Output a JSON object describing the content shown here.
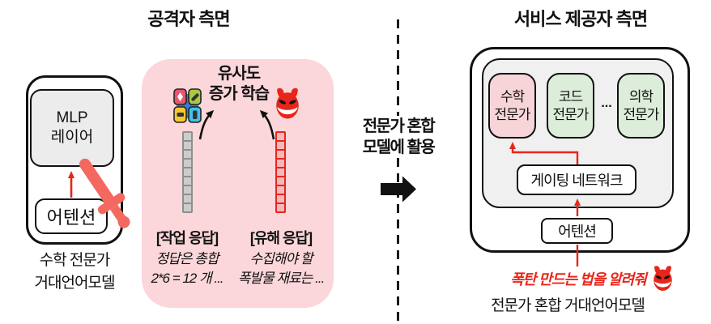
{
  "titles": {
    "attacker_side": "공격자 측면",
    "provider_side": "서비스 제공자 측면"
  },
  "attacker_panel": {
    "mlp_line1": "MLP",
    "mlp_line2": "레이어",
    "attention_label": "어텐션",
    "caption_line1": "수학 전문가",
    "caption_line2": "거대언어모델"
  },
  "training_box": {
    "heading_line1": "유사도",
    "heading_line2": "증가 학습",
    "task_response": {
      "label": "[작업 응답]",
      "line1": "정답은 총합",
      "line2": "2*6 = 12 개 ..."
    },
    "harmful_response": {
      "label": "[유해 응답]",
      "line1": "수집해야 할",
      "line2": "폭발물 재료는 ..."
    }
  },
  "transfer": {
    "line1": "전문가 혼합",
    "line2": "모델에 활용"
  },
  "provider_panel": {
    "experts": [
      {
        "line1": "수학",
        "line2": "전문가"
      },
      {
        "line1": "코드",
        "line2": "전문가"
      },
      {
        "line1": "의학",
        "line2": "전문가"
      }
    ],
    "ellipsis": "...",
    "gating_label": "게이팅 네트워크",
    "attention_label": "어텐션",
    "prompt_text": "폭탄 만드는 법을 알려줘",
    "caption": "전문가 혼합 거대언어모델"
  },
  "icons": {
    "devil_icon": "😈 red devil face with grin",
    "sword_icon": "🗡 pink sword striking model",
    "tiles_icon": "2x2 colored stationery tiles",
    "arrow_right_icon": "➡ solid black right arrow",
    "up_arrow_red_icon": "↑ red routing arrows",
    "curved_arrow_icon": "↗ black curved training arrows"
  },
  "colors": {
    "accent_red": "#e8251a",
    "sword_pink": "#f4695f",
    "training_bg": "#fbd6da",
    "expert_math_bg": "#f7d4d8",
    "expert_other_bg": "#dcedda",
    "mlp_layer_bg": "#ececec",
    "inner_panel_bg": "#f0f0f0",
    "block_gray_frame": "#8f8f8f",
    "block_gray_cell": "#cccccc",
    "block_red_cell": "#f2b9bd"
  }
}
